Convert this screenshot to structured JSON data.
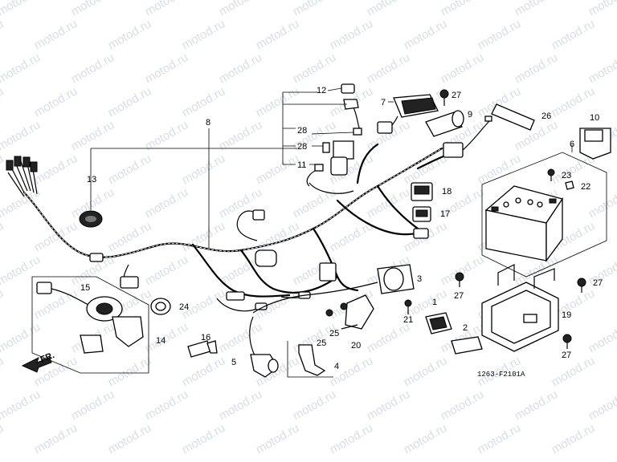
{
  "watermark": "motod.ru",
  "diagram_code": "1263-F2101A",
  "front_label": "FR.",
  "callouts": [
    "1",
    "2",
    "3",
    "4",
    "5",
    "6",
    "7",
    "8",
    "9",
    "10",
    "11",
    "12",
    "13",
    "14",
    "15",
    "16",
    "17",
    "18",
    "19",
    "20",
    "21",
    "22",
    "23",
    "24",
    "25",
    "25",
    "26",
    "27",
    "27",
    "27",
    "27",
    "28",
    "28"
  ]
}
